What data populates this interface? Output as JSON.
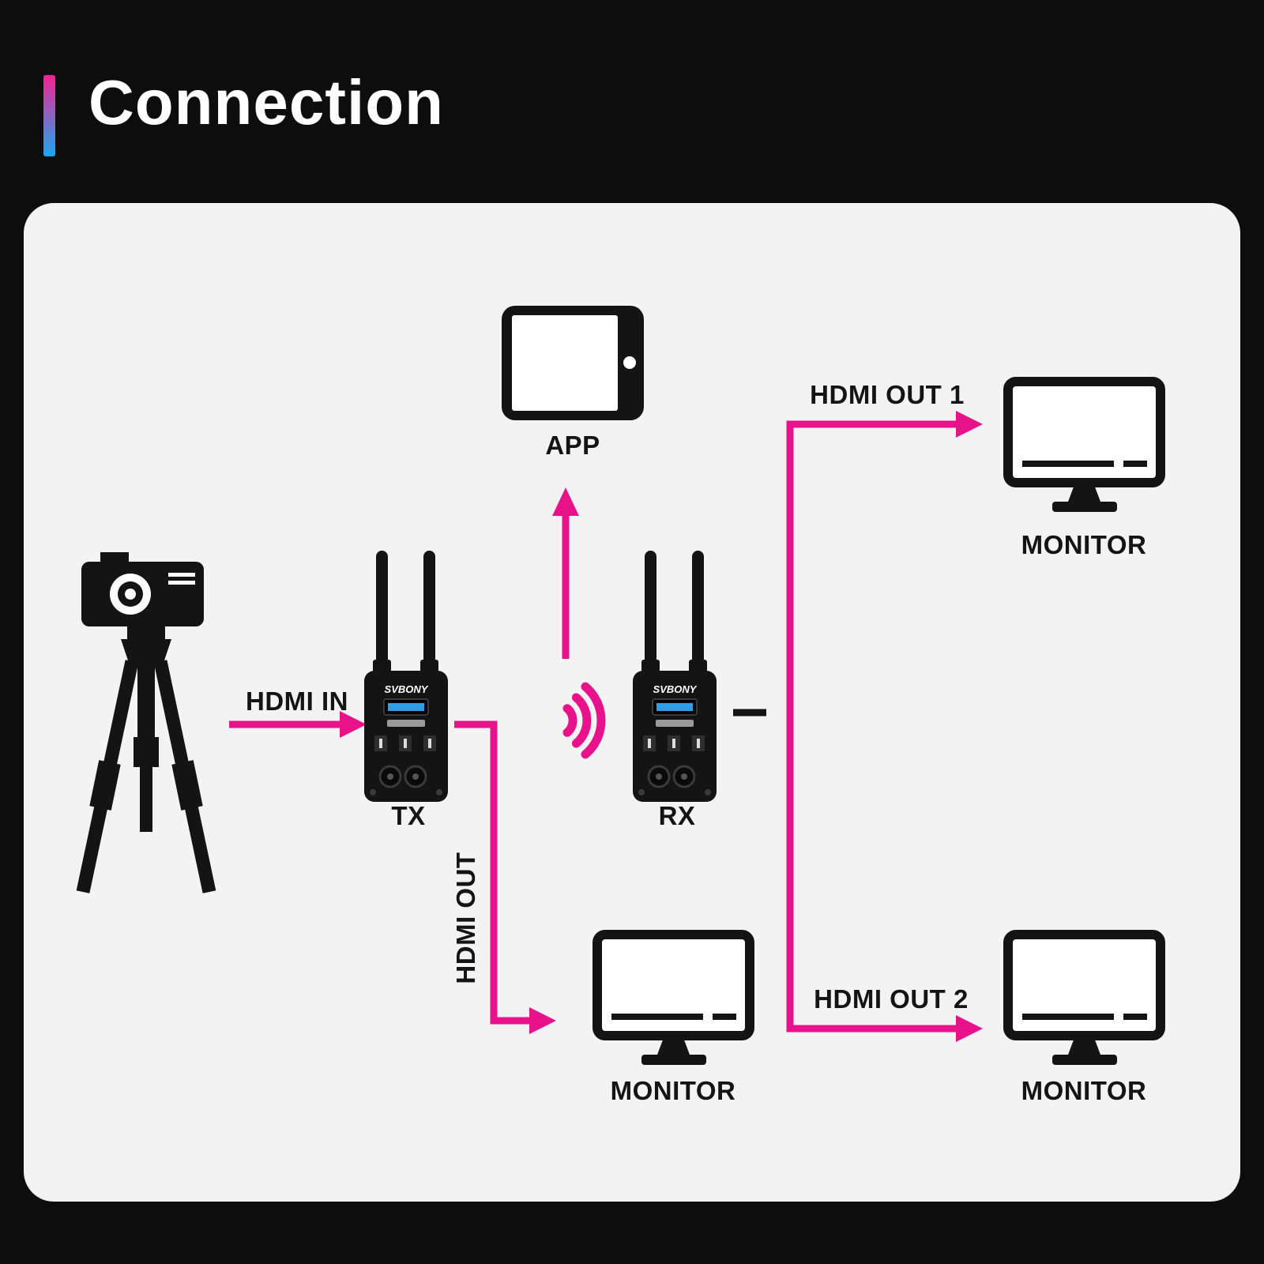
{
  "title": "Connection",
  "colors": {
    "background": "#0d0d0d",
    "panel": "#f3f3f4",
    "ink": "#141414",
    "accent": "#e8138a",
    "bar_top": "#f6228e",
    "bar_bottom": "#1ba7f5"
  },
  "diagram": {
    "nodes": {
      "app": "APP",
      "tx": "TX",
      "rx": "RX",
      "monitor_top_right": "MONITOR",
      "monitor_bottom_center": "MONITOR",
      "monitor_bottom_right": "MONITOR"
    },
    "connections": {
      "hdmi_in": "HDMI IN",
      "hdmi_out": "HDMI OUT",
      "hdmi_out_1": "HDMI OUT 1",
      "hdmi_out_2": "HDMI OUT 2"
    },
    "device_brand": "SVBONY"
  }
}
